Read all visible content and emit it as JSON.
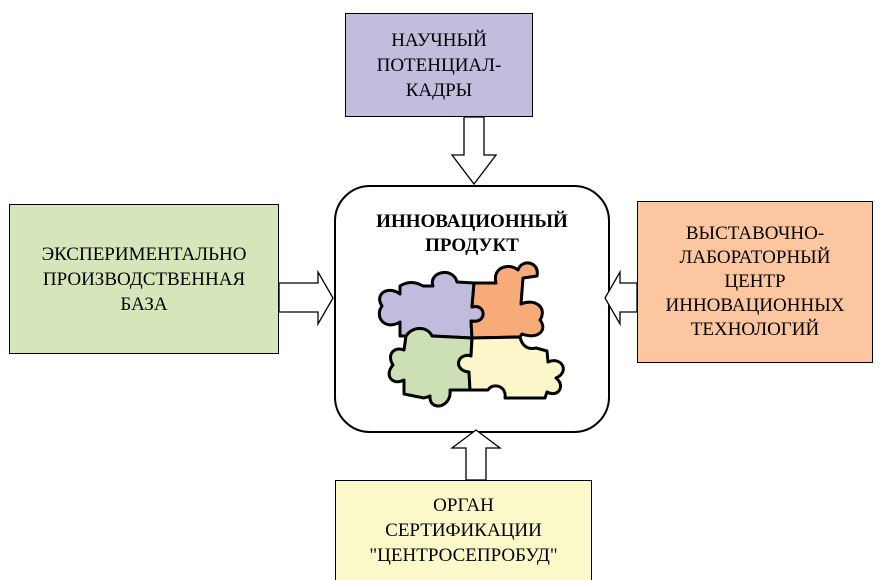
{
  "colors": {
    "top_fill": "#c0bddd",
    "left_fill": "#d4e6ba",
    "right_fill": "#fbc6a0",
    "bottom_fill": "#fbf8c9",
    "puzzle_purple": "#c1bcdd",
    "puzzle_orange": "#f6ab78",
    "puzzle_green": "#ccdfb5",
    "puzzle_yellow": "#fbf7cb"
  },
  "center": {
    "title_lines": [
      "ИННОВАЦИОННЫЙ",
      "ПРОДУКТ"
    ],
    "icon": "puzzle-pieces-icon"
  },
  "top_box": {
    "lines": [
      "НАУЧНЫЙ",
      "ПОТЕНЦИАЛ-",
      "КАДРЫ"
    ]
  },
  "left_box": {
    "lines": [
      "ЭКСПЕРИМЕНТАЛЬНО",
      "ПРОИЗВОДСТВЕННАЯ",
      "БАЗА"
    ]
  },
  "right_box": {
    "lines": [
      "ВЫСТАВОЧНО-",
      "ЛАБОРАТОРНЫЙ",
      "ЦЕНТР",
      "ИННОВАЦИОННЫХ",
      "ТЕХНОЛОГИЙ"
    ]
  },
  "bottom_box": {
    "lines": [
      "ОРГАН",
      "СЕРТИФИКАЦИИ",
      "\"ЦЕНТРОСЕПРОБУД\""
    ]
  },
  "arrows": [
    "arrow-down-icon",
    "arrow-right-icon",
    "arrow-left-icon",
    "arrow-up-icon"
  ]
}
